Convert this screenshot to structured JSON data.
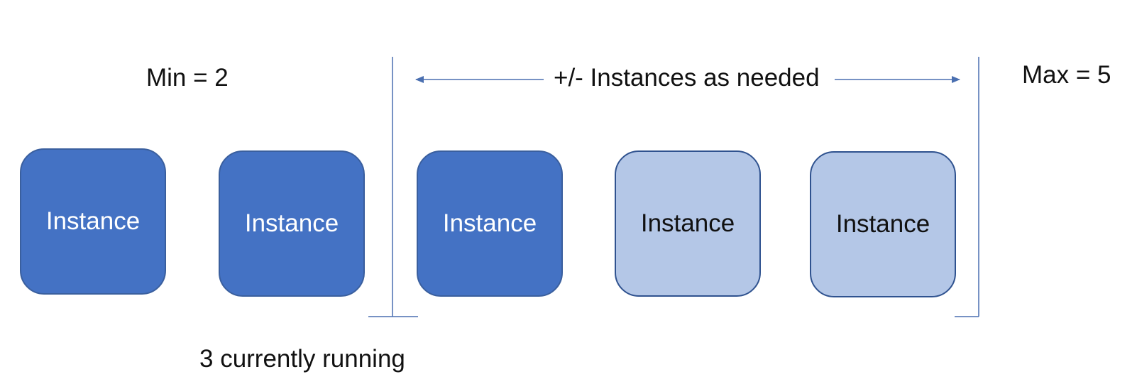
{
  "labels": {
    "min": "Min = 2",
    "max": "Max = 5",
    "scaling": "+/- Instances as needed",
    "running": "3 currently running"
  },
  "instances": [
    {
      "label": "Instance",
      "state": "running"
    },
    {
      "label": "Instance",
      "state": "running"
    },
    {
      "label": "Instance",
      "state": "running"
    },
    {
      "label": "Instance",
      "state": "idle"
    },
    {
      "label": "Instance",
      "state": "idle"
    }
  ],
  "colors": {
    "running_fill": "#4472c4",
    "idle_fill": "#b4c7e7",
    "line": "#4a6fb0"
  }
}
